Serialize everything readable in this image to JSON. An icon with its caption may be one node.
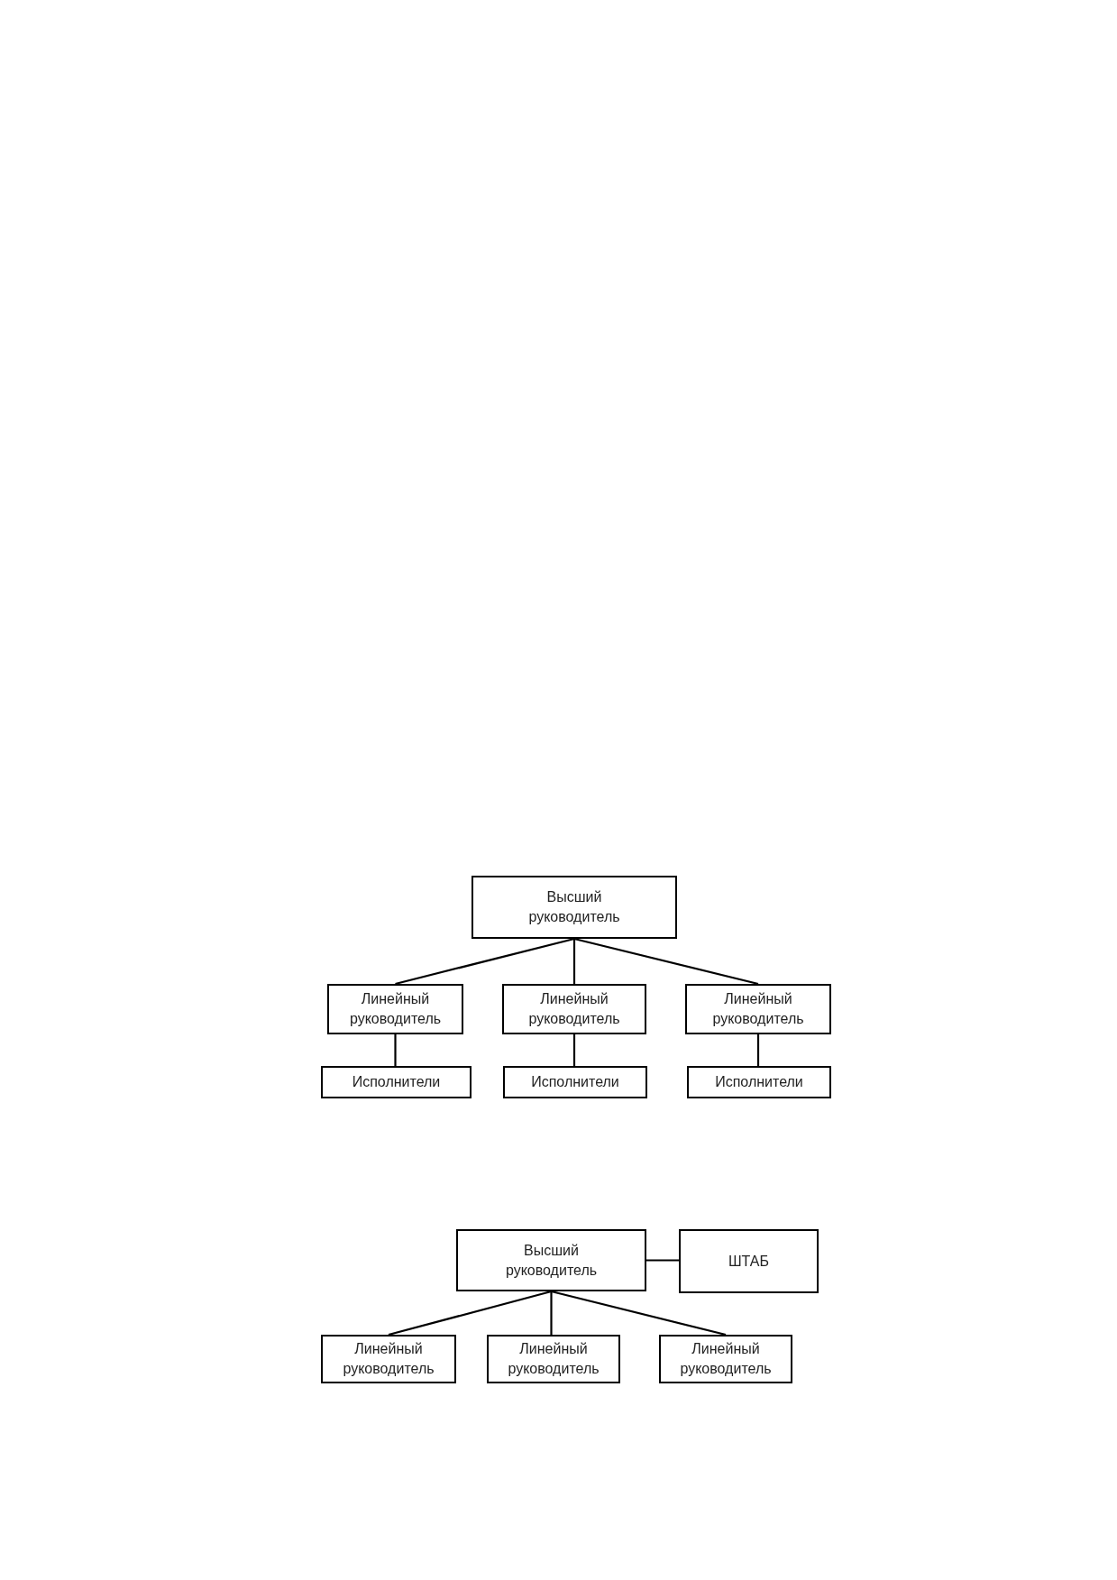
{
  "diagram": {
    "nodes": [
      {
        "text": [
          "Высший руководитель"
        ]
      },
      {
        "text": [
          "Линейный руководитель"
        ]
      },
      {
        "text": [
          "Линейный руководитель"
        ]
      },
      {
        "text": [
          "Линейный руководитель"
        ]
      },
      {
        "text": [
          "Исполнители"
        ]
      },
      {
        "text": [
          "Исполнители"
        ]
      },
      {
        "text": [
          "Исполнители"
        ]
      },
      {
        "text": [
          "Высший руководитель"
        ]
      },
      {
        "text": [
          "ШТАБ"
        ]
      },
      {
        "text": [
          "Линейный руководитель"
        ]
      },
      {
        "text": [
          "Линейный руководитель"
        ]
      },
      {
        "text": [
          "Линейный руководитель"
        ]
      }
    ],
    "edges": [
      {
        "from": 0,
        "to": 1,
        "arrow": "none"
      },
      {
        "from": 0,
        "to": 2,
        "arrow": "none"
      },
      {
        "from": 0,
        "to": 3,
        "arrow": "none"
      },
      {
        "from": 1,
        "to": 4,
        "arrow": "none"
      },
      {
        "from": 2,
        "to": 5,
        "arrow": "none"
      },
      {
        "from": 3,
        "to": 6,
        "arrow": "none"
      },
      {
        "from": 7,
        "to": 8,
        "arrow": "none"
      },
      {
        "from": 7,
        "to": 9,
        "arrow": "none"
      },
      {
        "from": 7,
        "to": 10,
        "arrow": "none"
      },
      {
        "from": 7,
        "to": 11,
        "arrow": "none"
      }
    ]
  }
}
